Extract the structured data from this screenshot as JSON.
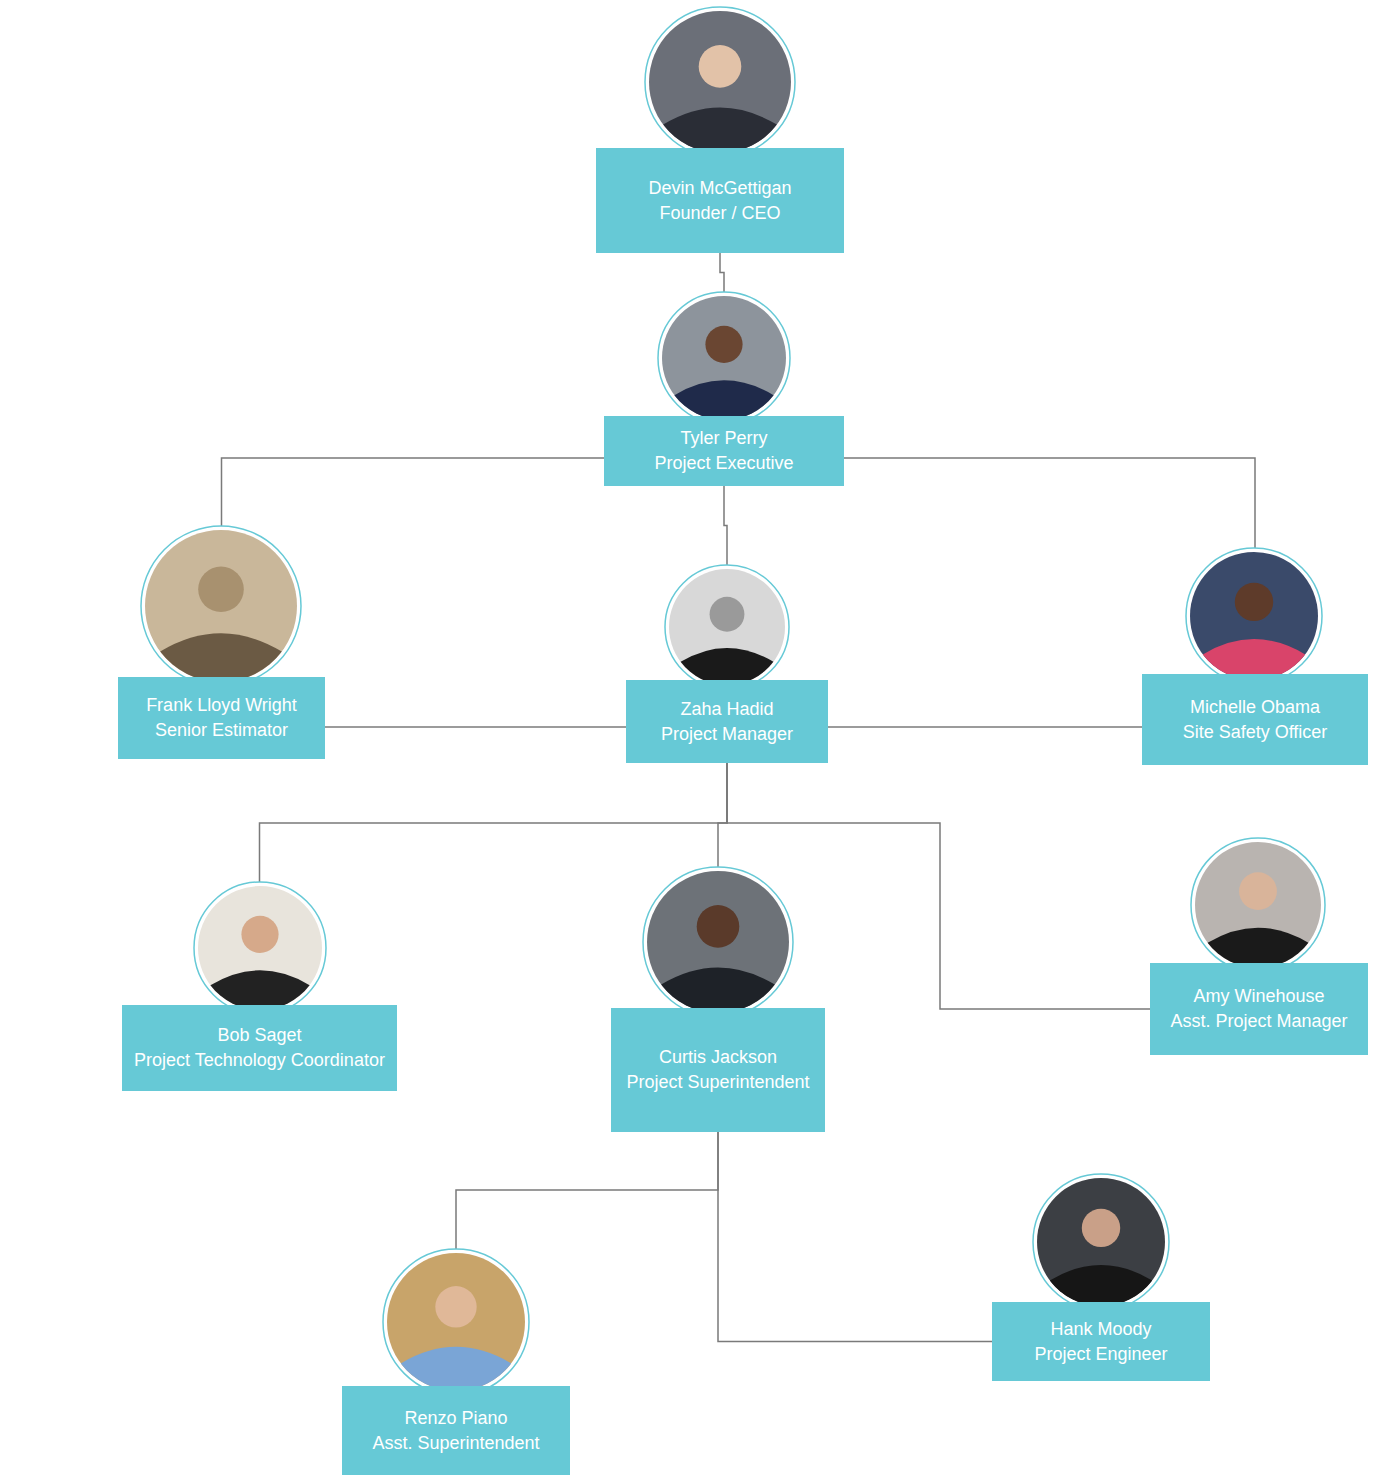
{
  "diagram": {
    "nodes": [
      {
        "text": [
          "Devin McGettigan",
          "Founder / CEO"
        ]
      },
      {
        "text": [
          "Tyler Perry",
          "Project Executive"
        ]
      },
      {
        "text": [
          "Frank Lloyd Wright",
          "Senior Estimator"
        ]
      },
      {
        "text": [
          "Zaha Hadid",
          "Project Manager"
        ]
      },
      {
        "text": [
          "Michelle Obama",
          "Site Safety Officer"
        ]
      },
      {
        "text": [
          "Bob Saget",
          "Project Technology Coordinator"
        ]
      },
      {
        "text": [
          "Curtis Jackson",
          "Project Superintendent"
        ]
      },
      {
        "text": [
          "Amy Winehouse",
          "Asst. Project Manager"
        ]
      },
      {
        "text": [
          "Renzo Piano",
          "Asst. Superintendent"
        ]
      },
      {
        "text": [
          "Hank Moody",
          "Project Engineer"
        ]
      }
    ],
    "edges": [
      {
        "from": 0,
        "to": 1,
        "arrow": "none"
      },
      {
        "from": 1,
        "to": 2,
        "arrow": "none"
      },
      {
        "from": 1,
        "to": 3,
        "arrow": "none"
      },
      {
        "from": 1,
        "to": 4,
        "arrow": "none"
      },
      {
        "from": 2,
        "to": 3,
        "arrow": "none"
      },
      {
        "from": 3,
        "to": 4,
        "arrow": "none"
      },
      {
        "from": 3,
        "to": 5,
        "arrow": "none"
      },
      {
        "from": 3,
        "to": 6,
        "arrow": "none"
      },
      {
        "from": 3,
        "to": 7,
        "arrow": "none"
      },
      {
        "from": 6,
        "to": 8,
        "arrow": "none"
      },
      {
        "from": 6,
        "to": 9,
        "arrow": "none"
      }
    ]
  }
}
